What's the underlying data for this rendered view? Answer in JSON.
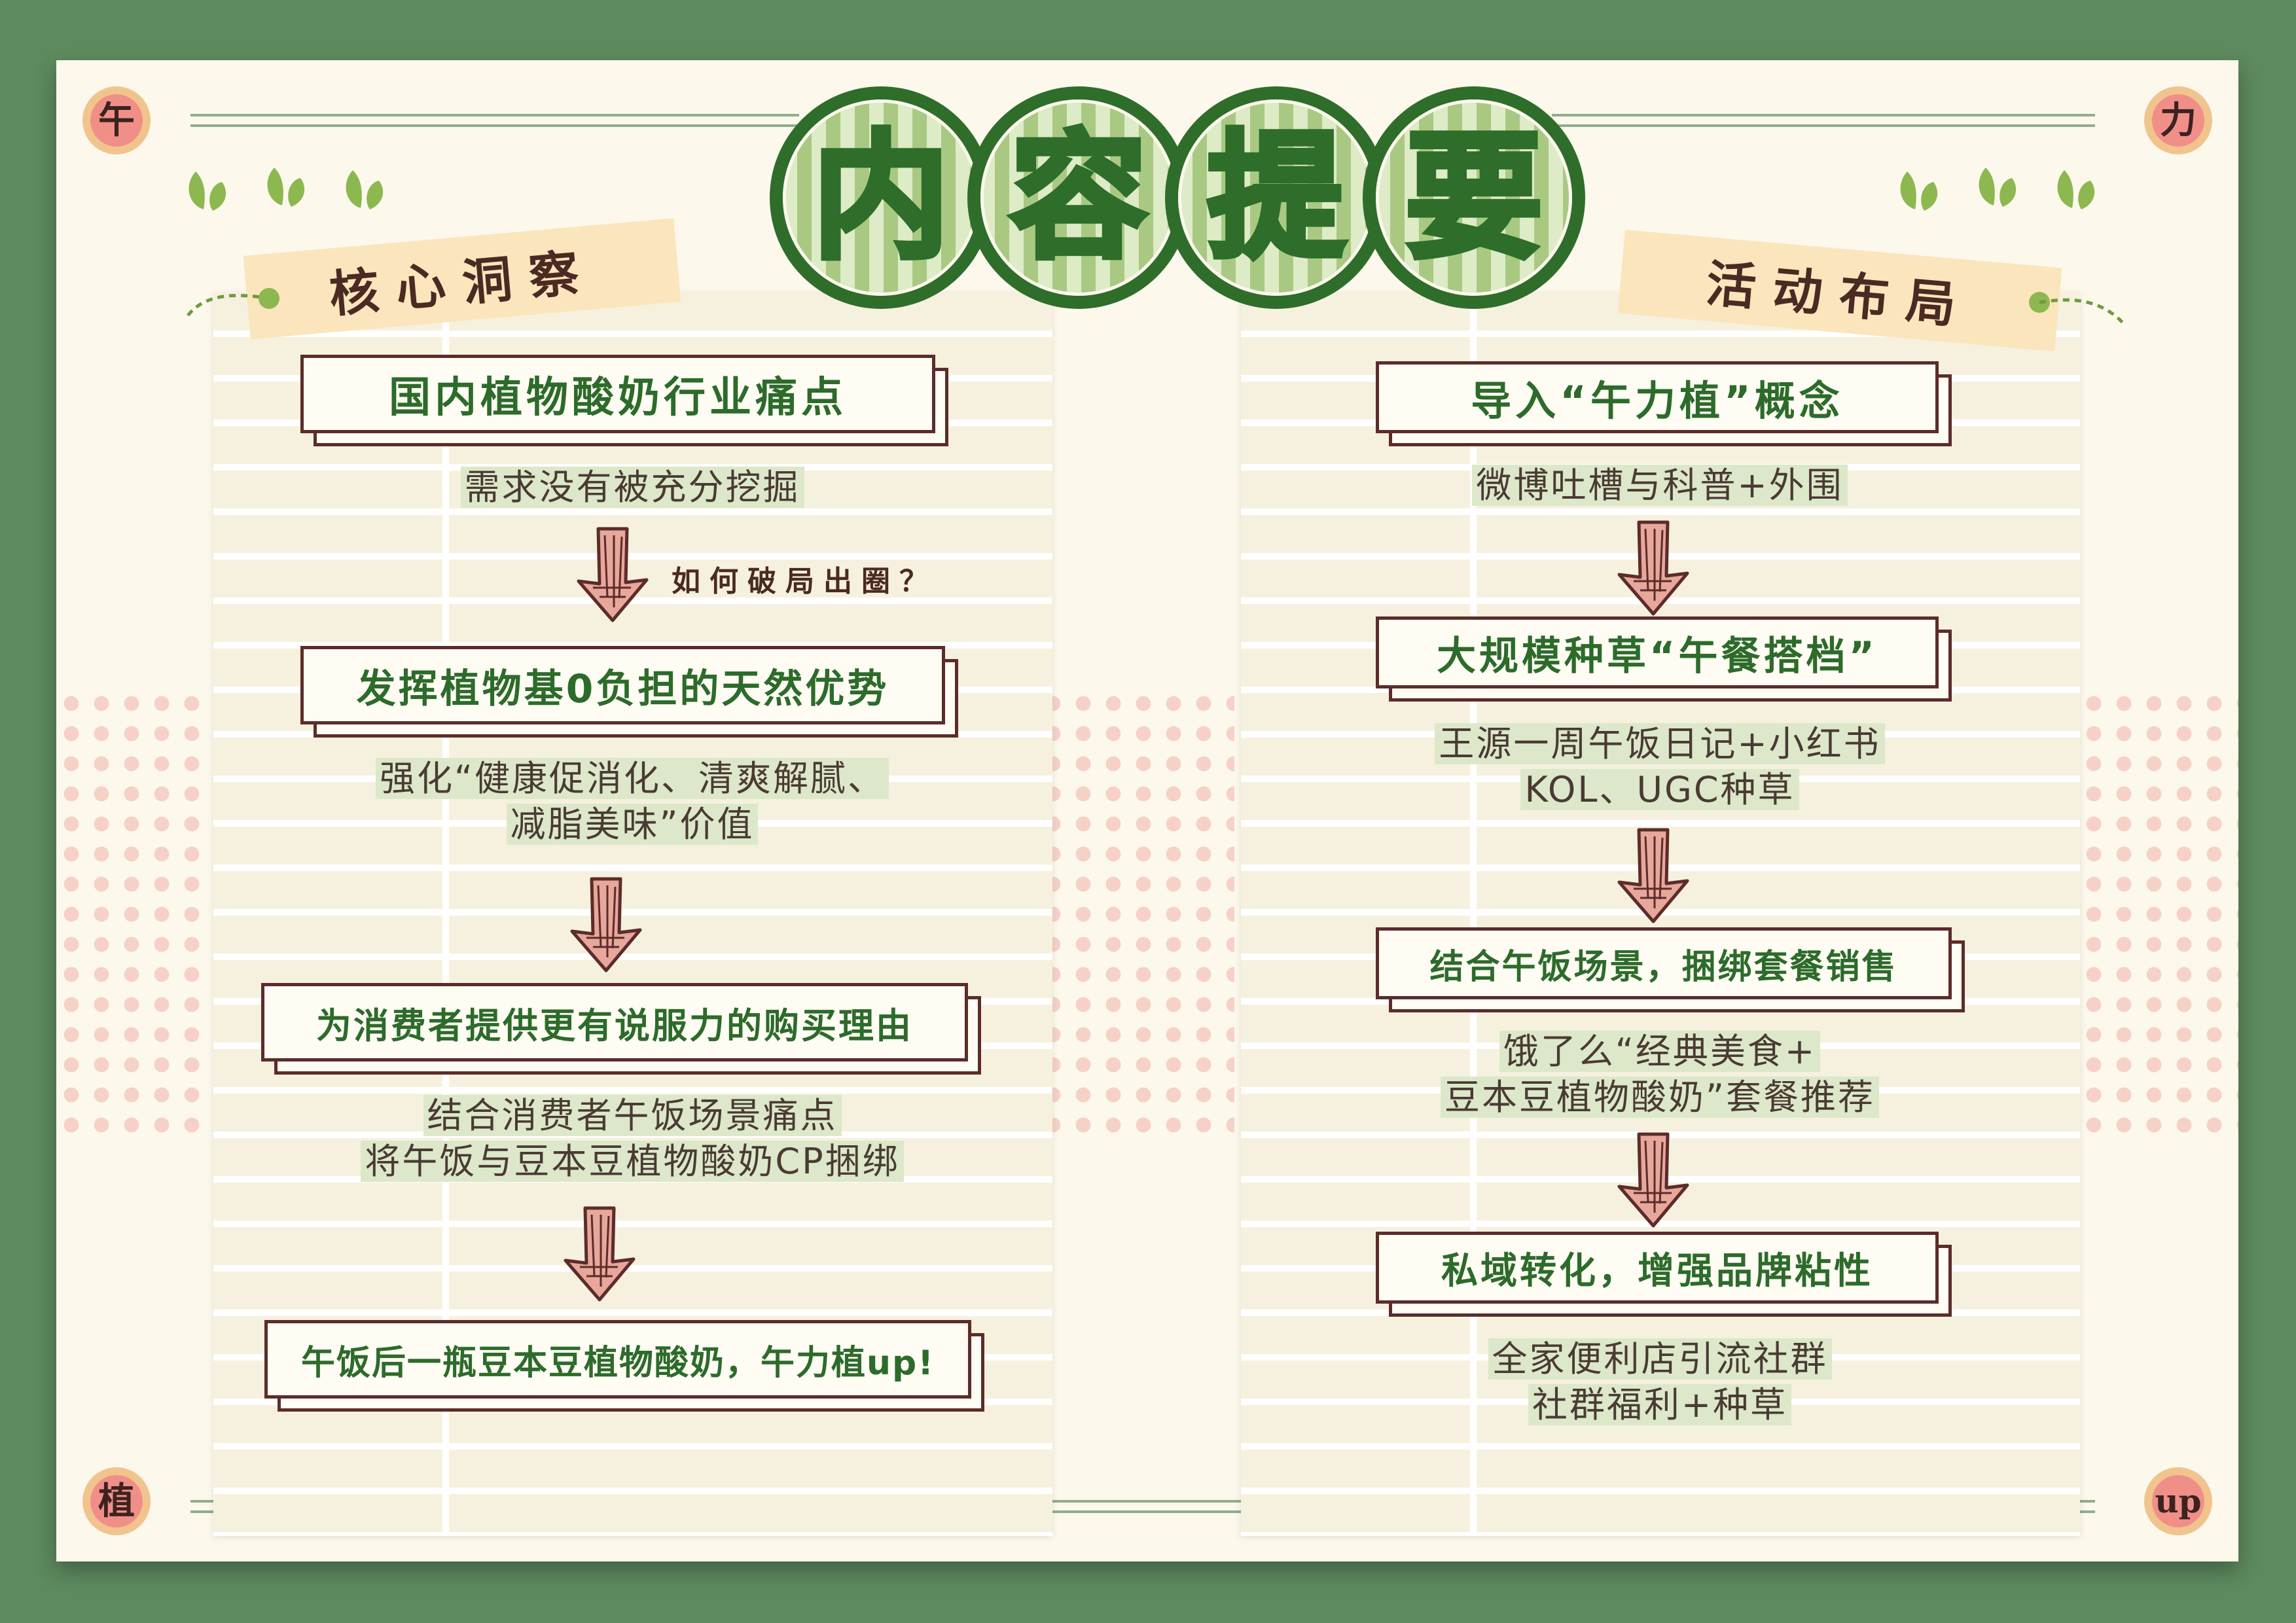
{
  "title": {
    "chars": [
      "内",
      "容",
      "提",
      "要"
    ]
  },
  "corners": {
    "tl": "午",
    "tr": "力",
    "bl": "植",
    "br": "up"
  },
  "left": {
    "header": "核心洞察",
    "boxes": [
      "国内植物酸奶行业痛点",
      "发挥植物基0负担的天然优势",
      "为消费者提供更有说服力的购买理由",
      "午饭后一瓶豆本豆植物酸奶，午力植up!"
    ],
    "descs": [
      [
        "需求没有被充分挖掘"
      ],
      [
        "强化“健康促消化、清爽解腻、",
        "减脂美味”价值"
      ],
      [
        "结合消费者午饭场景痛点",
        "将午饭与豆本豆植物酸奶CP捆绑"
      ]
    ],
    "note": "如何破局出圈？"
  },
  "right": {
    "header": "活动布局",
    "boxes": [
      "导入“午力植”概念",
      "大规模种草“午餐搭档”",
      "结合午饭场景，捆绑套餐销售",
      "私域转化，增强品牌粘性"
    ],
    "descs": [
      [
        "微博吐槽与科普+外围"
      ],
      [
        "王源一周午饭日记+小红书",
        "KOL、UGC种草"
      ],
      [
        "饿了么“经典美食+",
        "豆本豆植物酸奶”套餐推荐"
      ],
      [
        "全家便利店引流社群",
        "社群福利+种草"
      ]
    ]
  },
  "colors": {
    "background": "#5d8a5f",
    "card": "#fcf8ec",
    "title_green": "#2e6d2a",
    "box_border": "#5c2c2a",
    "box_text": "#2d6b2b",
    "highlight": "#dce8c9",
    "ribbon": "#fbe5bc",
    "corner_outer": "#f1c48e",
    "corner_inner": "#f08f88"
  }
}
